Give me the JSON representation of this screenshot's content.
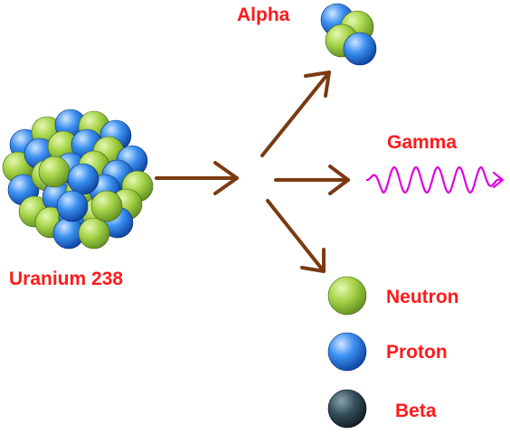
{
  "labels": {
    "uranium": "Uranium 238",
    "alpha": "Alpha",
    "gamma": "Gamma",
    "neutron": "Neutron",
    "proton": "Proton",
    "beta": "Beta"
  },
  "colors": {
    "label_text": "#ff1a1a",
    "arrow": "#7a3a12",
    "gamma_wave": "#e000e0",
    "neutron": "#8ec63f",
    "proton": "#1a6fe0",
    "beta": "#1d2e38"
  },
  "diagram": {
    "uranium_nucleus": {
      "particle_count": 32
    },
    "alpha_particle": {
      "protons": 2,
      "neutrons": 2
    },
    "legend_items": [
      "neutron-icon",
      "proton-icon",
      "beta-icon"
    ]
  }
}
